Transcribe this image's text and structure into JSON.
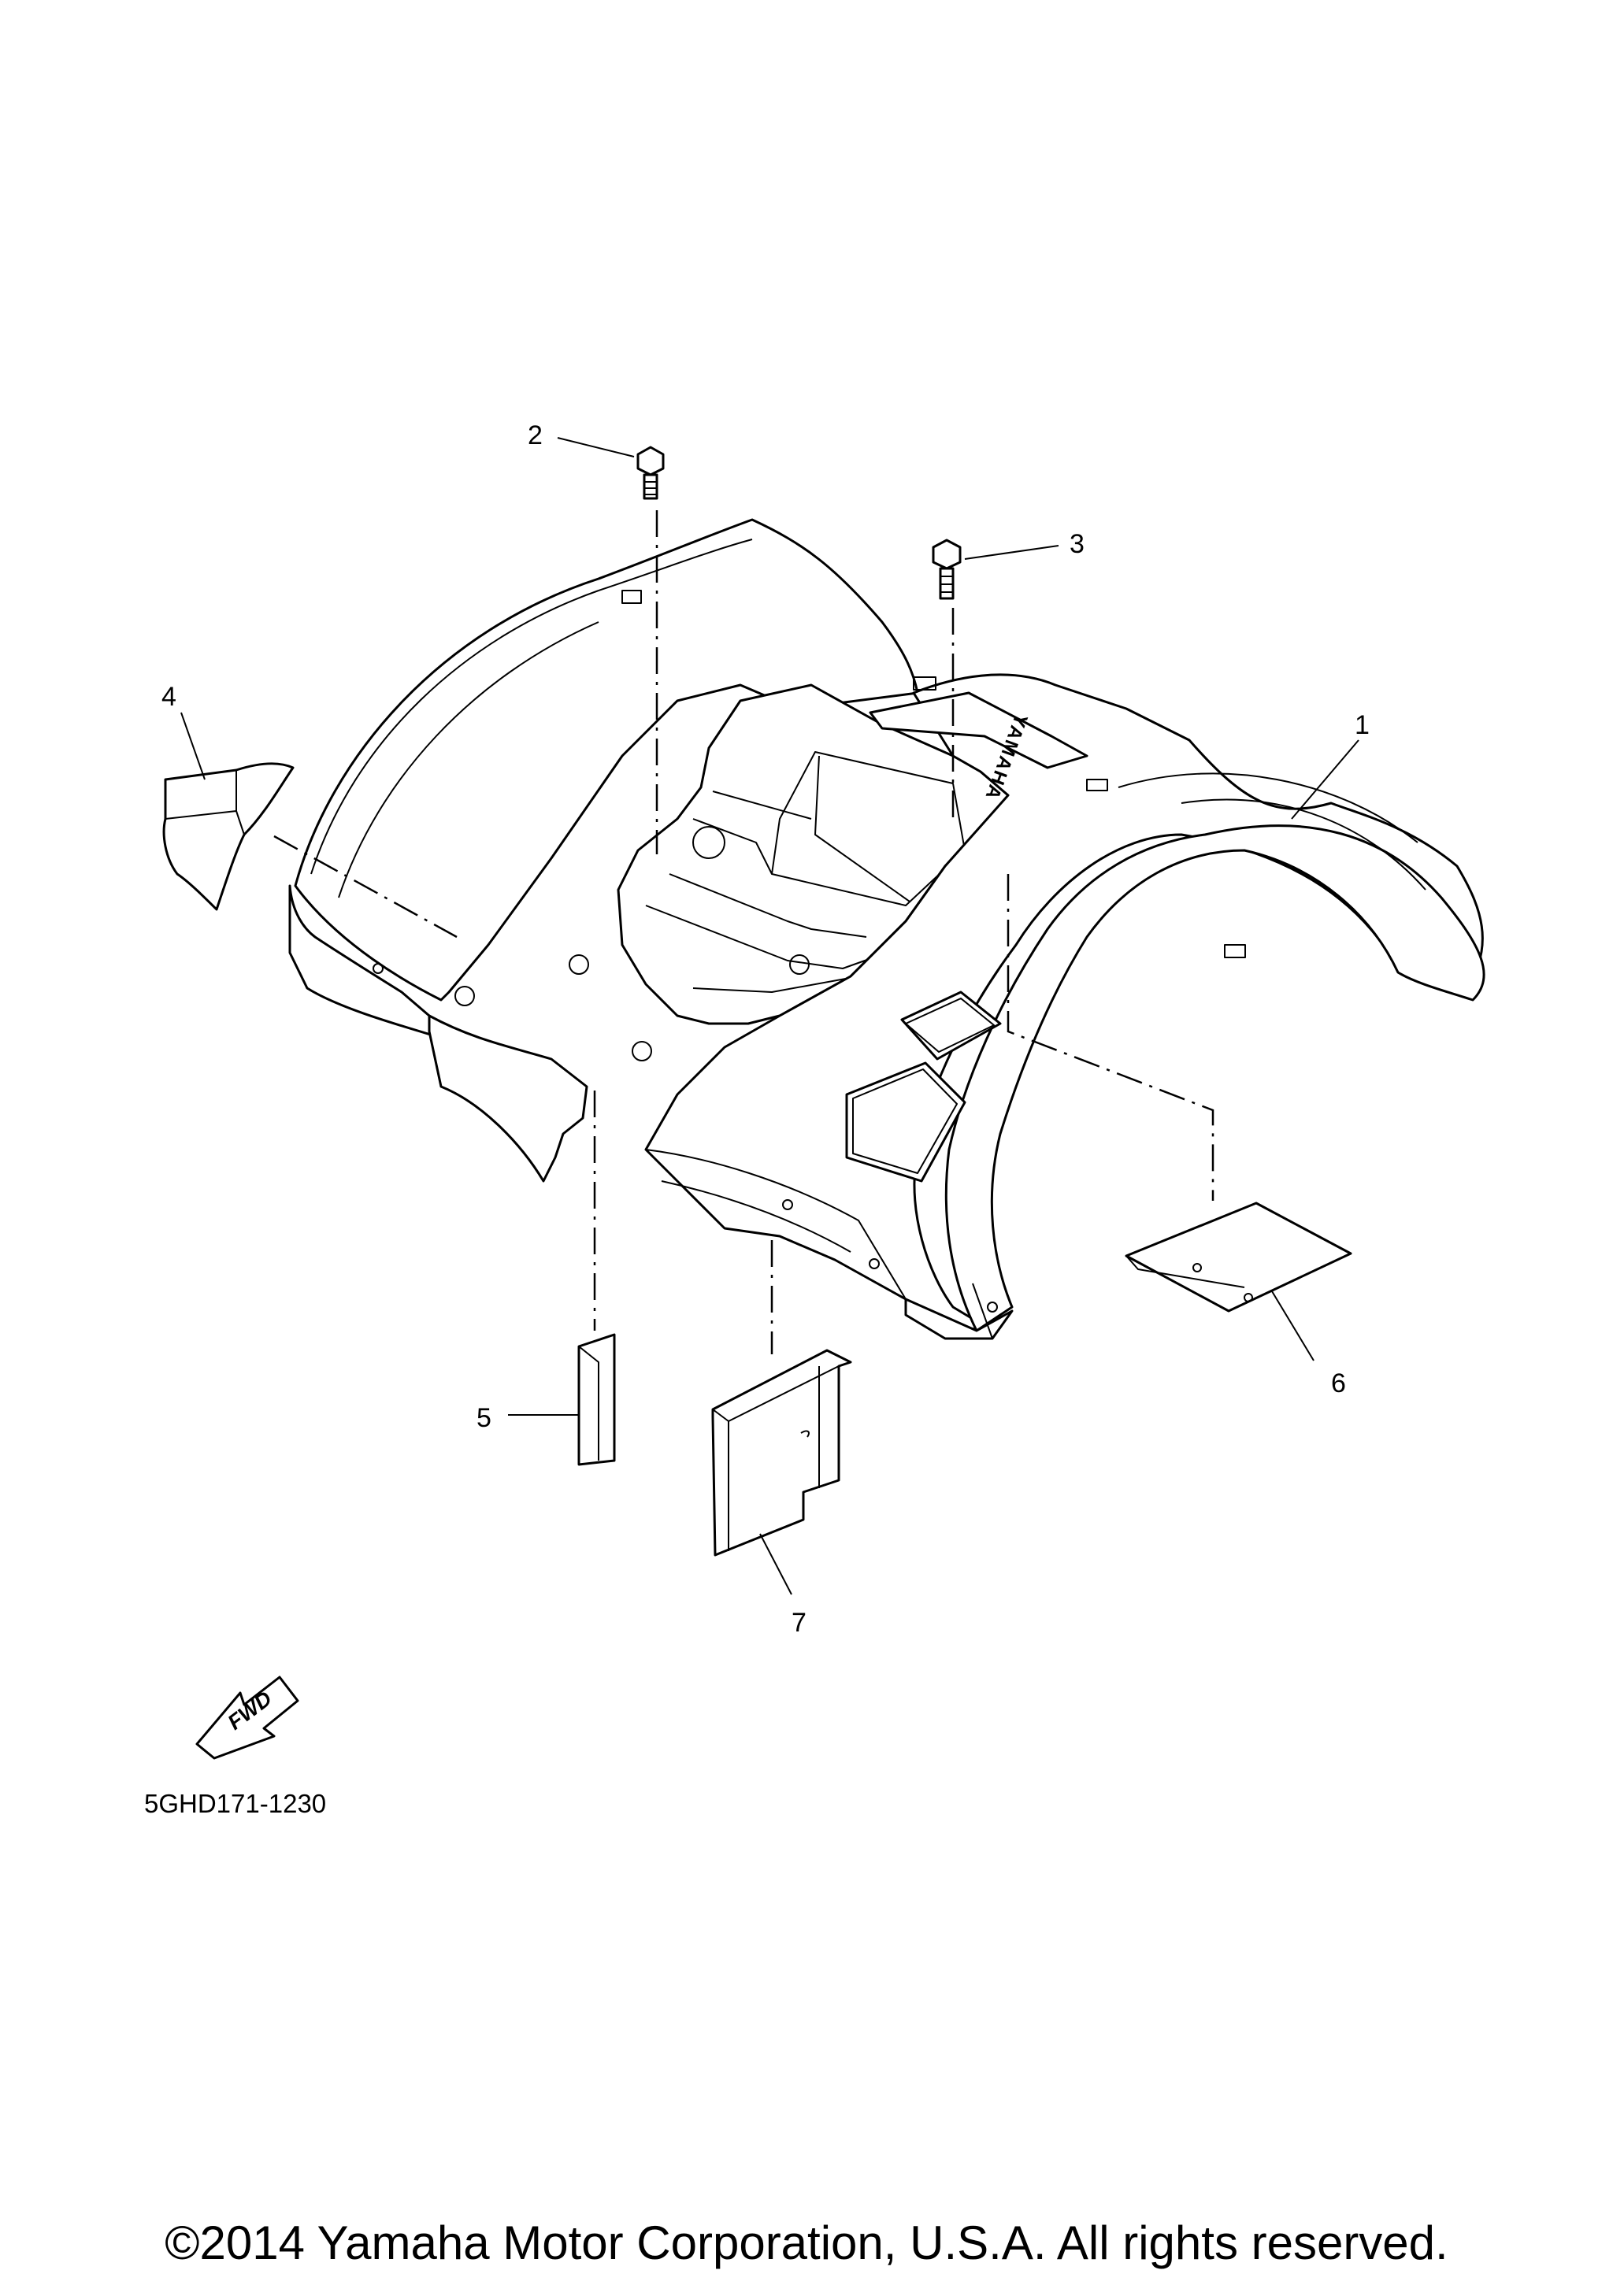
{
  "callouts": [
    {
      "id": "1",
      "label": "1"
    },
    {
      "id": "2",
      "label": "2"
    },
    {
      "id": "3",
      "label": "3"
    },
    {
      "id": "4",
      "label": "4"
    },
    {
      "id": "5",
      "label": "5"
    },
    {
      "id": "6",
      "label": "6"
    },
    {
      "id": "7",
      "label": "7"
    }
  ],
  "fender_brand": "YAMAHA",
  "fwd_label": "FWD",
  "diagram_code": "5GHD171-1230",
  "copyright": "©2014 Yamaha Motor Corporation, U.S.A. All rights reserved.",
  "colors": {
    "line": "#000000",
    "background": "#ffffff"
  }
}
